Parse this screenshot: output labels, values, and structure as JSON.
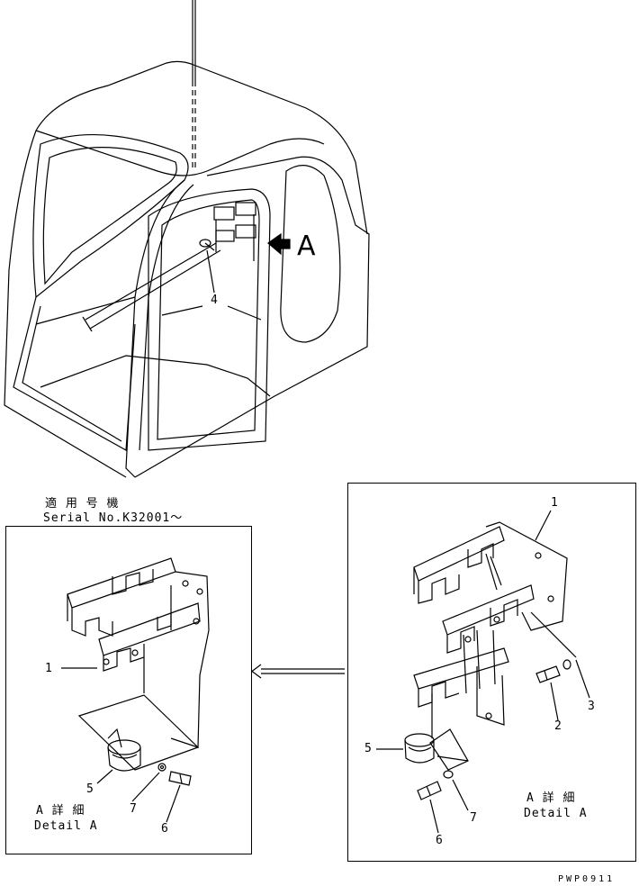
{
  "cab_view": {
    "callout_4": "4",
    "view_arrow_label": "A"
  },
  "left_panel": {
    "applicability_jp": "適 用 号 機",
    "serial_label": "Serial No.K32001～",
    "callouts": {
      "c1": "1",
      "c5": "5",
      "c7": "7",
      "c6": "6"
    },
    "detail_jp": "A 詳 細",
    "detail_en": "Detail A"
  },
  "right_panel": {
    "callouts": {
      "c1": "1",
      "c2": "2",
      "c3": "3",
      "c5": "5",
      "c6": "6",
      "c7": "7"
    },
    "detail_jp": "A 詳 細",
    "detail_en": "Detail A"
  },
  "drawing_code": "PWP0911"
}
